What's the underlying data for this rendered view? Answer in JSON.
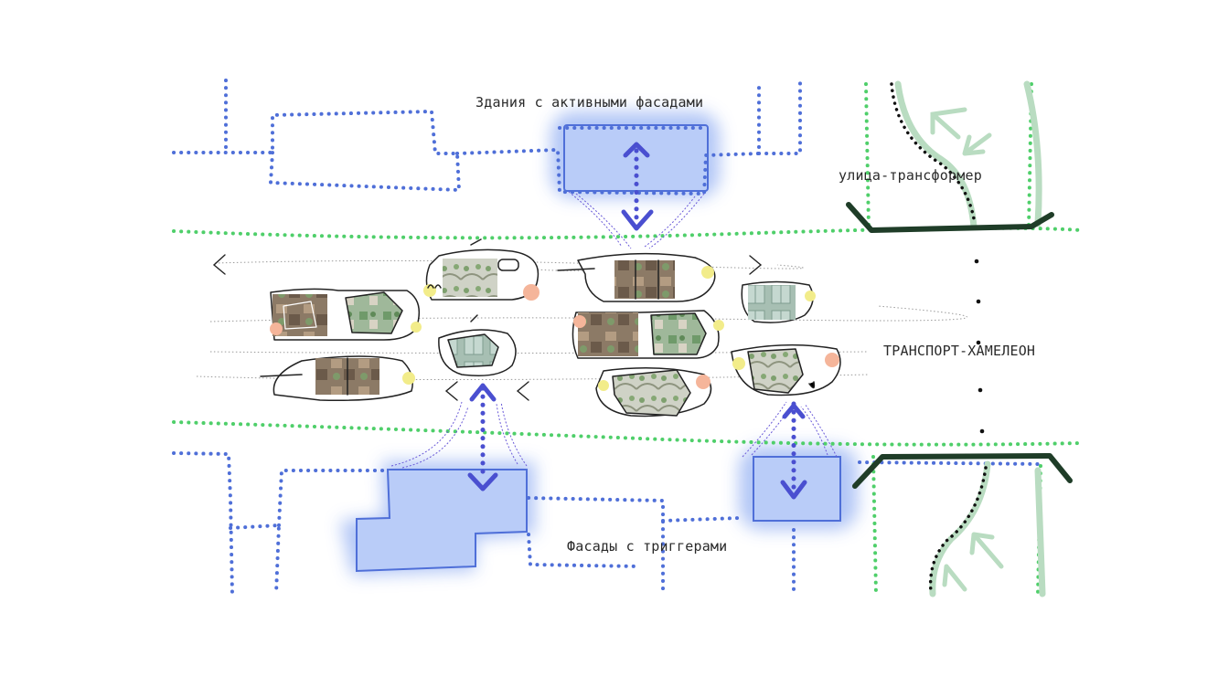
{
  "labels": {
    "active_facades": "Здания с активными фасадами",
    "transformer_street": "улица-трансформер",
    "chameleon_transport": "ТРАНСПОРТ-ХАМЕЛЕОН",
    "trigger_facades": "Фасады с триггерами"
  },
  "colors": {
    "building_dots": "#4f6fd8",
    "road_edge_dots": "#4fcf6a",
    "highlight_fill": "#a9c0f5",
    "arrow": "#4a4fd0",
    "transformer_bracket": "#1f3d28",
    "pale_green": "#b9dcc1",
    "sketch_line": "#222222"
  },
  "icons": [
    "up-arrow-icon",
    "down-arrow-icon",
    "transport-pod-icon",
    "chevron-left-icon",
    "chevron-right-icon"
  ]
}
